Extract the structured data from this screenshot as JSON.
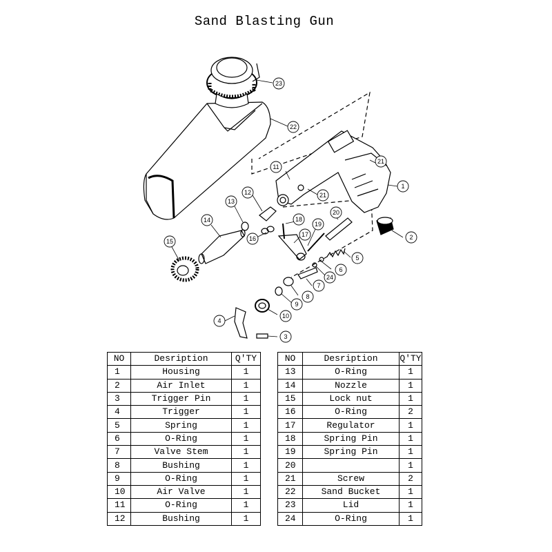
{
  "title": "Sand Blasting Gun",
  "table_headers": {
    "no": "NO",
    "description": "Desription",
    "qty": "Q'TY"
  },
  "parts_left": [
    {
      "no": "1",
      "description": "Housing",
      "qty": "1"
    },
    {
      "no": "2",
      "description": "Air Inlet",
      "qty": "1"
    },
    {
      "no": "3",
      "description": "Trigger Pin",
      "qty": "1"
    },
    {
      "no": "4",
      "description": "Trigger",
      "qty": "1"
    },
    {
      "no": "5",
      "description": "Spring",
      "qty": "1"
    },
    {
      "no": "6",
      "description": "O-Ring",
      "qty": "1"
    },
    {
      "no": "7",
      "description": "Valve Stem",
      "qty": "1"
    },
    {
      "no": "8",
      "description": "Bushing",
      "qty": "1"
    },
    {
      "no": "9",
      "description": "O-Ring",
      "qty": "1"
    },
    {
      "no": "10",
      "description": "Air Valve",
      "qty": "1"
    },
    {
      "no": "11",
      "description": "O-Ring",
      "qty": "1"
    },
    {
      "no": "12",
      "description": "Bushing",
      "qty": "1"
    }
  ],
  "parts_right": [
    {
      "no": "13",
      "description": "O-Ring",
      "qty": "1"
    },
    {
      "no": "14",
      "description": "Nozzle",
      "qty": "1"
    },
    {
      "no": "15",
      "description": "Lock nut",
      "qty": "1"
    },
    {
      "no": "16",
      "description": "O-Ring",
      "qty": "2"
    },
    {
      "no": "17",
      "description": "Regulator",
      "qty": "1"
    },
    {
      "no": "18",
      "description": "Spring Pin",
      "qty": "1"
    },
    {
      "no": "19",
      "description": "Spring Pin",
      "qty": "1"
    },
    {
      "no": "20",
      "description": "",
      "qty": "1"
    },
    {
      "no": "21",
      "description": "Screw",
      "qty": "2"
    },
    {
      "no": "22",
      "description": "Sand Bucket",
      "qty": "1"
    },
    {
      "no": "23",
      "description": "Lid",
      "qty": "1"
    },
    {
      "no": "24",
      "description": "O-Ring",
      "qty": "1"
    }
  ],
  "callout_numbers": [
    "1",
    "2",
    "3",
    "4",
    "5",
    "6",
    "7",
    "8",
    "9",
    "10",
    "11",
    "12",
    "13",
    "14",
    "15",
    "16",
    "17",
    "18",
    "19",
    "20",
    "21",
    "21",
    "22",
    "23",
    "24"
  ]
}
